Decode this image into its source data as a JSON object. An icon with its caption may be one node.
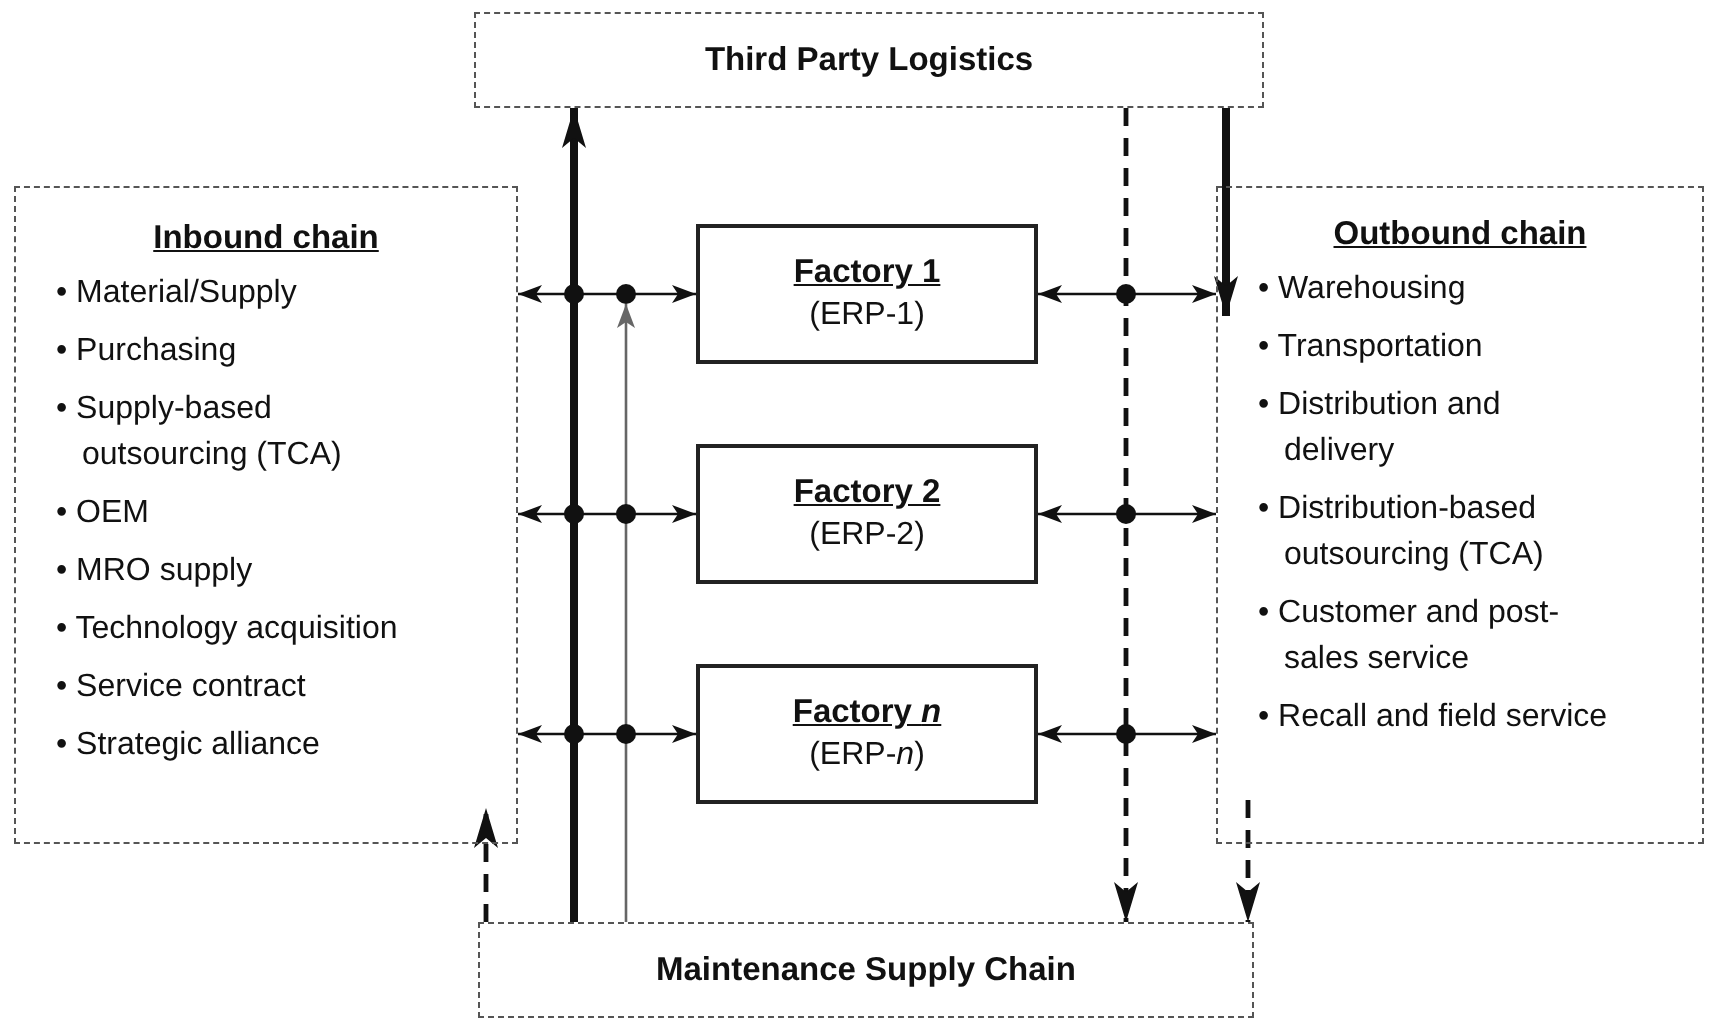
{
  "diagram": {
    "nodes": [
      {
        "text": [
          "Third Party Logistics"
        ]
      },
      {
        "text": [
          "Inbound chain",
          "• Material/Supply",
          "• Purchasing",
          "• Supply-based outsourcing (TCA)",
          "• OEM",
          "• MRO supply",
          "• Technology acquisition",
          "• Service contract",
          "• Strategic alliance"
        ]
      },
      {
        "text": [
          "Factory 1",
          "(ERP-1)"
        ]
      },
      {
        "text": [
          "Factory 2",
          "(ERP-2)"
        ]
      },
      {
        "text": [
          "Factory *n*",
          "(ERP-*n*)"
        ]
      },
      {
        "text": [
          "Outbound chain",
          "• Warehousing",
          "• Transportation",
          "• Distribution and delivery",
          "• Distribution-based outsourcing (TCA)",
          "• Customer and post-sales service",
          "• Recall and field service"
        ]
      },
      {
        "text": [
          "Maintenance Supply Chain"
        ]
      }
    ],
    "edges": [
      {
        "from": 1,
        "to": 2,
        "arrow": "both"
      },
      {
        "from": 1,
        "to": 3,
        "arrow": "both"
      },
      {
        "from": 1,
        "to": 4,
        "arrow": "both"
      },
      {
        "from": 2,
        "to": 5,
        "arrow": "both"
      },
      {
        "from": 3,
        "to": 5,
        "arrow": "both"
      },
      {
        "from": 4,
        "to": 5,
        "arrow": "both"
      },
      {
        "from": 6,
        "to": 0,
        "arrow": "to",
        "style": "thick"
      },
      {
        "from": 6,
        "to": null,
        "arrow": "to",
        "color": "#666666"
      },
      {
        "from": 0,
        "to": 6,
        "arrow": "to",
        "style": "dashed"
      },
      {
        "from": 0,
        "to": 5,
        "arrow": "to",
        "style": "thick"
      },
      {
        "from": 5,
        "to": 6,
        "arrow": "to",
        "style": "dashed"
      },
      {
        "from": 6,
        "to": 1,
        "arrow": "to",
        "style": "dashed"
      }
    ]
  }
}
